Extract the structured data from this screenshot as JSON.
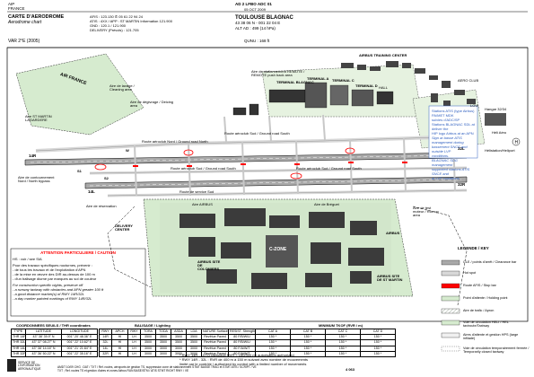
{
  "header": {
    "aip": "AIP",
    "country": "FRANCE",
    "doc_ref": "AD 2 LFBO ADC 01",
    "doc_date": "05 OCT 2009",
    "title": "CARTE D'AERODROME",
    "subtitle": "Aerodrome chart",
    "variation": "VAR 2°E (2005)",
    "afis_line": "AFIS : 123.130 ✆ 05 61 22 94 24",
    "atis_line": "ATIS : 4XX / APP : ST MARTIN Information 121.900",
    "gnd_line": "GND : 120.1 / 121.900",
    "delivery_line": "DELIVERY (Prévols) : 121.705",
    "airport_name": "TOULOUSE BLAGNAC",
    "coords": "43 38 06 N - 001 22 04 E",
    "altitude": "ALT AD : 499 (14 hPa)",
    "qunu": "QUNU : 168 ft"
  },
  "map_labels": {
    "air_france": "AIR FRANCE",
    "aire_lavage": "Aire de lavage / Cleaning area",
    "aire_degivrage": "Aire de dégivrage / Deicing area",
    "st_martin": "Aire ST MARTIN LAGARDERE",
    "airbus_training": "AIRBUS TRAINING CENTER",
    "remote_stands": "Aire de stationnement REMOTE / REMOTE push back area",
    "terminal_blagnac": "TERMINAL BLAGNAC",
    "terminal_a": "TERMINAL A",
    "terminal_c": "TERMINAL C",
    "terminal_d": "TERMINAL D",
    "hall": "HALL",
    "aero_club": "AERO CLUB",
    "lovi": "LOVI",
    "hangar": "Hangar 32/34",
    "heli_aero": "Héli Aéro",
    "hotel_helitransport": "Hélistation/Heliport",
    "rwy_south_label": "Route aéroclub Sud / Ground road South",
    "rwy_north_label": "Route aéroclub Nord / Ground road North",
    "liaison_south": "Route aéroclub Sud / Ground road South",
    "gate_roads_south": "Route de service Sud",
    "main_entries_1": "Route aéroclub Sud / Ground road South",
    "dot_s1": "S1",
    "dot_s2": "S2",
    "twy_w": "W",
    "rwy_14r": "14R",
    "rwy_32l": "32L",
    "rwy_14l": "14L",
    "rwy_32r": "32R",
    "area_airbus": "Aire AIRBUS",
    "airbus_d3": "Aire de Bréguet",
    "delivery_center": "DELIVERY CENTER",
    "c_zone": "C-ZONE",
    "airbus_colomiers": "AIRBUS SITE DE COLOMIERS",
    "airbus_st_martin": "AIRBUS SITE DE ST MARTIN",
    "airbus_label": "AIRBUS",
    "aire_de_test": "Aire de test moteur / Run up area",
    "aire_de_reservation": "Aire de réservation",
    "nord_twy": "Aire de contournement Nord / North bypass"
  },
  "notes": {
    "attention_title": "ATTENTION PARTICULIERE / CAUTION",
    "hs_label": "HS : voir / see SIA",
    "note_fr": "Pour des travaux spécifiques nocturnes, prévenir :",
    "note_1": "- de tous les travaux et de l'exploitation d'APN",
    "note_2": "- de la mise en œuvre des DIR au-dessus de 100 m",
    "note_3": "- d'un balisage diurne par marques au sol de couleur",
    "note_4": "For construction specific nights, preserve off",
    "note_5": "- a runway taxiway with obstacles and APN greater 100 ft",
    "note_6": "- a good distance marker(s) of RWY 14R/32L",
    "note_7": "- a day marker painted markings of RWY 14R/32L",
    "side_note_1": "Stations ATIS (type Airbus) PA/MET MDK",
    "side_note_2": "suivies d'ADC/SP",
    "side_note_3": "Stations BLAGNAC SDL at deliver the",
    "side_note_4": "HIP logo Airbus at an APN",
    "side_note_5": "Sign at basse ATIS management during",
    "side_note_6": "bassement SNCE and outside LVP",
    "side_note_7": "conditions.",
    "side_note_8": "BLAGNAC SDG management",
    "side_note_9": "supported stations ATIS SNCE and",
    "side_note_10": "at LVP conditions."
  },
  "coord_table": {
    "title": "COORDONNEES SEUILS / THR coordinates",
    "headers": [
      "TYPE",
      "LATITUDE",
      "LONGITUDE"
    ],
    "rows": [
      [
        "THR 14R",
        "43° 38' 39.9\" N",
        "001° 20' 48.36\" E"
      ],
      [
        "THR 32L",
        "43° 37' 08.27\" N",
        "001° 22' 10.62\" E"
      ],
      [
        "THR 14L",
        "43° 38' 14.16\" N",
        "001° 21' 21.84\" E"
      ],
      [
        "THR 32R",
        "43° 36' 50.22\" N",
        "001° 22' 35.16\" E"
      ]
    ]
  },
  "rwy_table": {
    "title": "BALISAGE / Lighting",
    "headers": [
      "RWY",
      "APCH",
      "RWY",
      "TORA",
      "TODA",
      "ASDA",
      "LDA",
      "NATURE Surface",
      "RESIST. Strength"
    ],
    "rows": [
      [
        "14R",
        "HI",
        "LH",
        "3500",
        "3500",
        "3500",
        "3500",
        "Revêtue Paved",
        "80 F/B/W/U"
      ],
      [
        "32L",
        "HI",
        "LH",
        "3500",
        "3500",
        "3500",
        "3500",
        "Revêtue Paved",
        "80 F/B/W/U"
      ],
      [
        "14L",
        "HI",
        "LH",
        "3000",
        "3000",
        "3000",
        "3000",
        "Revêtue Paved",
        "80 F/A/W/T"
      ],
      [
        "32R",
        "HI",
        "LH",
        "3000",
        "3000",
        "3000",
        "3000",
        "Revêtue Paved",
        "80 F/A/W/T"
      ]
    ],
    "min_title": "MINIMUM TKOF (RVR / m)",
    "min_headers": [
      "CAT A",
      "CAT B",
      "CAT C",
      "CAT D"
    ],
    "min_rows": [
      [
        "150 *",
        "150 *",
        "150 *",
        "150 *"
      ],
      [
        "150 *",
        "150 *",
        "150 *",
        "150 *"
      ],
      [
        "150 *",
        "150 *",
        "150 *",
        "150 *"
      ],
      [
        "150 *",
        "150 *",
        "150 *",
        "150 *"
      ]
    ],
    "footnote_1": "* RWY 14R - LVTO (aeroclub RVR = 150/300 m) autorisation authorized",
    "footnote_2": "* RWY 14R - 32L : RVR de 400 m à 150 m suivant avec nombre de mouvements",
    "footnote_3": "limité par le contrôle / authorized by control with a limited number of movements"
  },
  "legend": {
    "title": "LEGENDE / KEY",
    "items": [
      "CLE / points d'arrêt / Clearance bar",
      "Hot spot",
      "Route AFIS / Stop bar",
      "Point d'attente / Holding point",
      "Aire de trafic / Apron",
      "Voie de circulation HELI / HEL taxiroute/Taxiway",
      "Aires d'attente et gestion HPS (large infilade)",
      "Voie de circulation temporairement fermée / Temporarily closed taxiway"
    ],
    "colors": {
      "apron": "#cfe6c8",
      "runway": "#b0b0b0",
      "taxiway": "#e6e6e6",
      "hotspot": "#ff0000",
      "hatch": "#5a7b53"
    }
  },
  "footer": {
    "logo_text": "SERVICE DE L'INFORMATION AERONAUTIQUE",
    "amdt": "AMDT 10/09 CHG : DAT / TXT / Ref. routes, aéroports de gestion TS, suppression zone de stationnement STMT BASSE TRAG et STMT ATIS / SCRIPT / VE",
    "amdt_2": "TXT ; Ref. routes TS et gestion d'aires et zones Airbus RUN BASE/STM / ATIS STMT RIGHT RWY / VE",
    "page": "4 063"
  }
}
